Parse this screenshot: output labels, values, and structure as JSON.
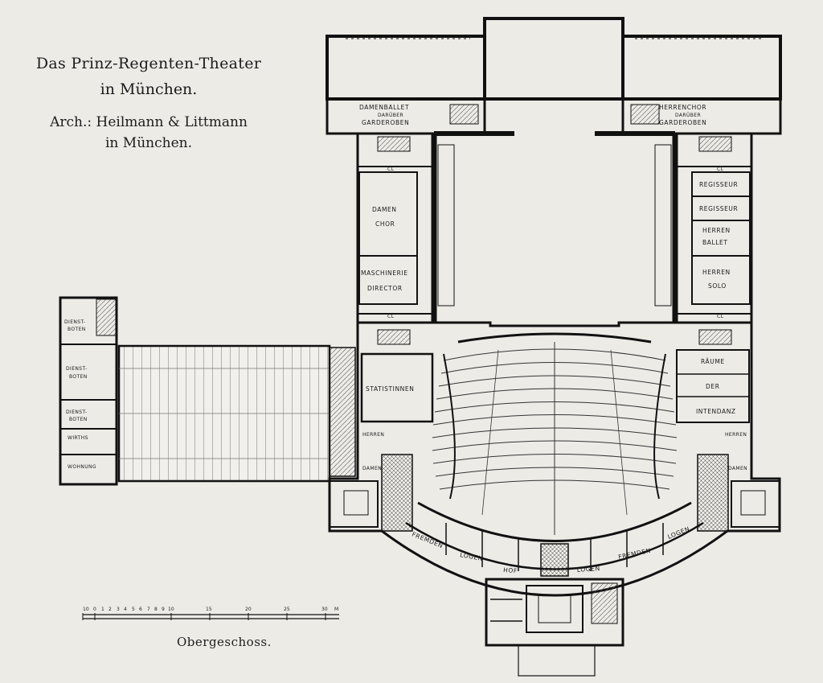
{
  "title": {
    "line1": "Das Prinz-Regenten-Theater",
    "line2": "in München.",
    "line3": "Arch.: Heilmann & Littmann",
    "line4": "in München."
  },
  "caption": "Obergeschoss.",
  "scale": {
    "ticks": [
      "10",
      "0",
      "1",
      "2",
      "3",
      "4",
      "5",
      "6",
      "7",
      "8",
      "9",
      "10",
      "15",
      "20",
      "25",
      "30"
    ],
    "unit": "M"
  },
  "rooms": {
    "damenballet": "DAMENBALLET",
    "darueber_l": "DARÜBER",
    "garderoben_l": "GARDEROBEN",
    "herrenchor": "HERRENCHOR",
    "darueber_r": "DARÜBER",
    "garderoben_r": "GARDEROBEN",
    "damen": "DAMEN",
    "chor": "CHOR",
    "maschinerie": "MASCHINERIE",
    "director": "DIRECTOR",
    "regisseur1": "REGISSEUR",
    "regisseur2": "REGISSEUR",
    "herren1": "HERREN",
    "ballet": "BALLET",
    "herren2": "HERREN",
    "solo": "SOLO",
    "dienst1": "DIENST-",
    "boten1": "BOTEN",
    "dienst2": "DIENST-",
    "boten2": "BOTEN",
    "dienst3": "DIENST-",
    "boten3": "BOTEN",
    "wirths": "WIRTHS",
    "wohnung": "WOHNUNG",
    "statistinnen": "STATISTINNEN",
    "raeume": "RÄUME",
    "der": "DER",
    "intendanz": "INTENDANZ",
    "herren_l": "HERREN",
    "herren_r": "HERREN",
    "damen_l": "DAMEN",
    "damen_r": "DAMEN",
    "fremden_l": "FREMDEN",
    "logen_l": "LOGEN",
    "hof": "HOF",
    "logen_c": "LOGEN",
    "fremden_r": "FREMDEN",
    "logen_r": "LOGEN",
    "cl": "CL"
  }
}
